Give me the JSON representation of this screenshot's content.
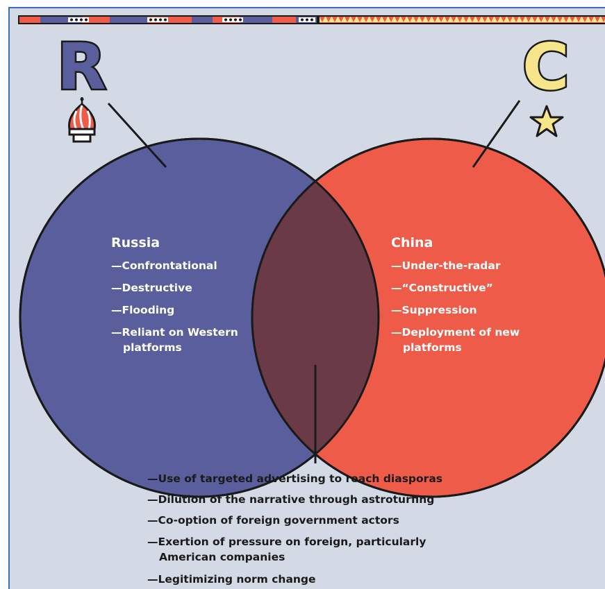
{
  "russia": {
    "letter": "R",
    "title": "Russia",
    "items": [
      "—Confrontational",
      "—Destructive",
      "—Flooding",
      "—Reliant on Western",
      "platforms"
    ],
    "color": "#5b5e9d",
    "icon": "onion-dome-icon"
  },
  "china": {
    "letter": "C",
    "title": "China",
    "items": [
      "—Under-the-radar",
      "—“Constructive”",
      "—Suppression",
      "—Deployment of new",
      "platforms"
    ],
    "color": "#ef5b49",
    "icon": "star-icon"
  },
  "overlap": {
    "color": "#6a3a47",
    "items": [
      "—Use of targeted advertising to reach diasporas",
      "—Dilution of the narrative through astroturfing",
      "—Co-option of foreign government actors",
      "—Exertion of pressure on foreign, particularly",
      "American companies",
      "—Legitimizing norm change"
    ]
  },
  "colors": {
    "background": "#d3dae6",
    "letter_fill_c": "#f7e58c",
    "star_fill": "#f7e58c",
    "border": "#3d6fb0"
  }
}
